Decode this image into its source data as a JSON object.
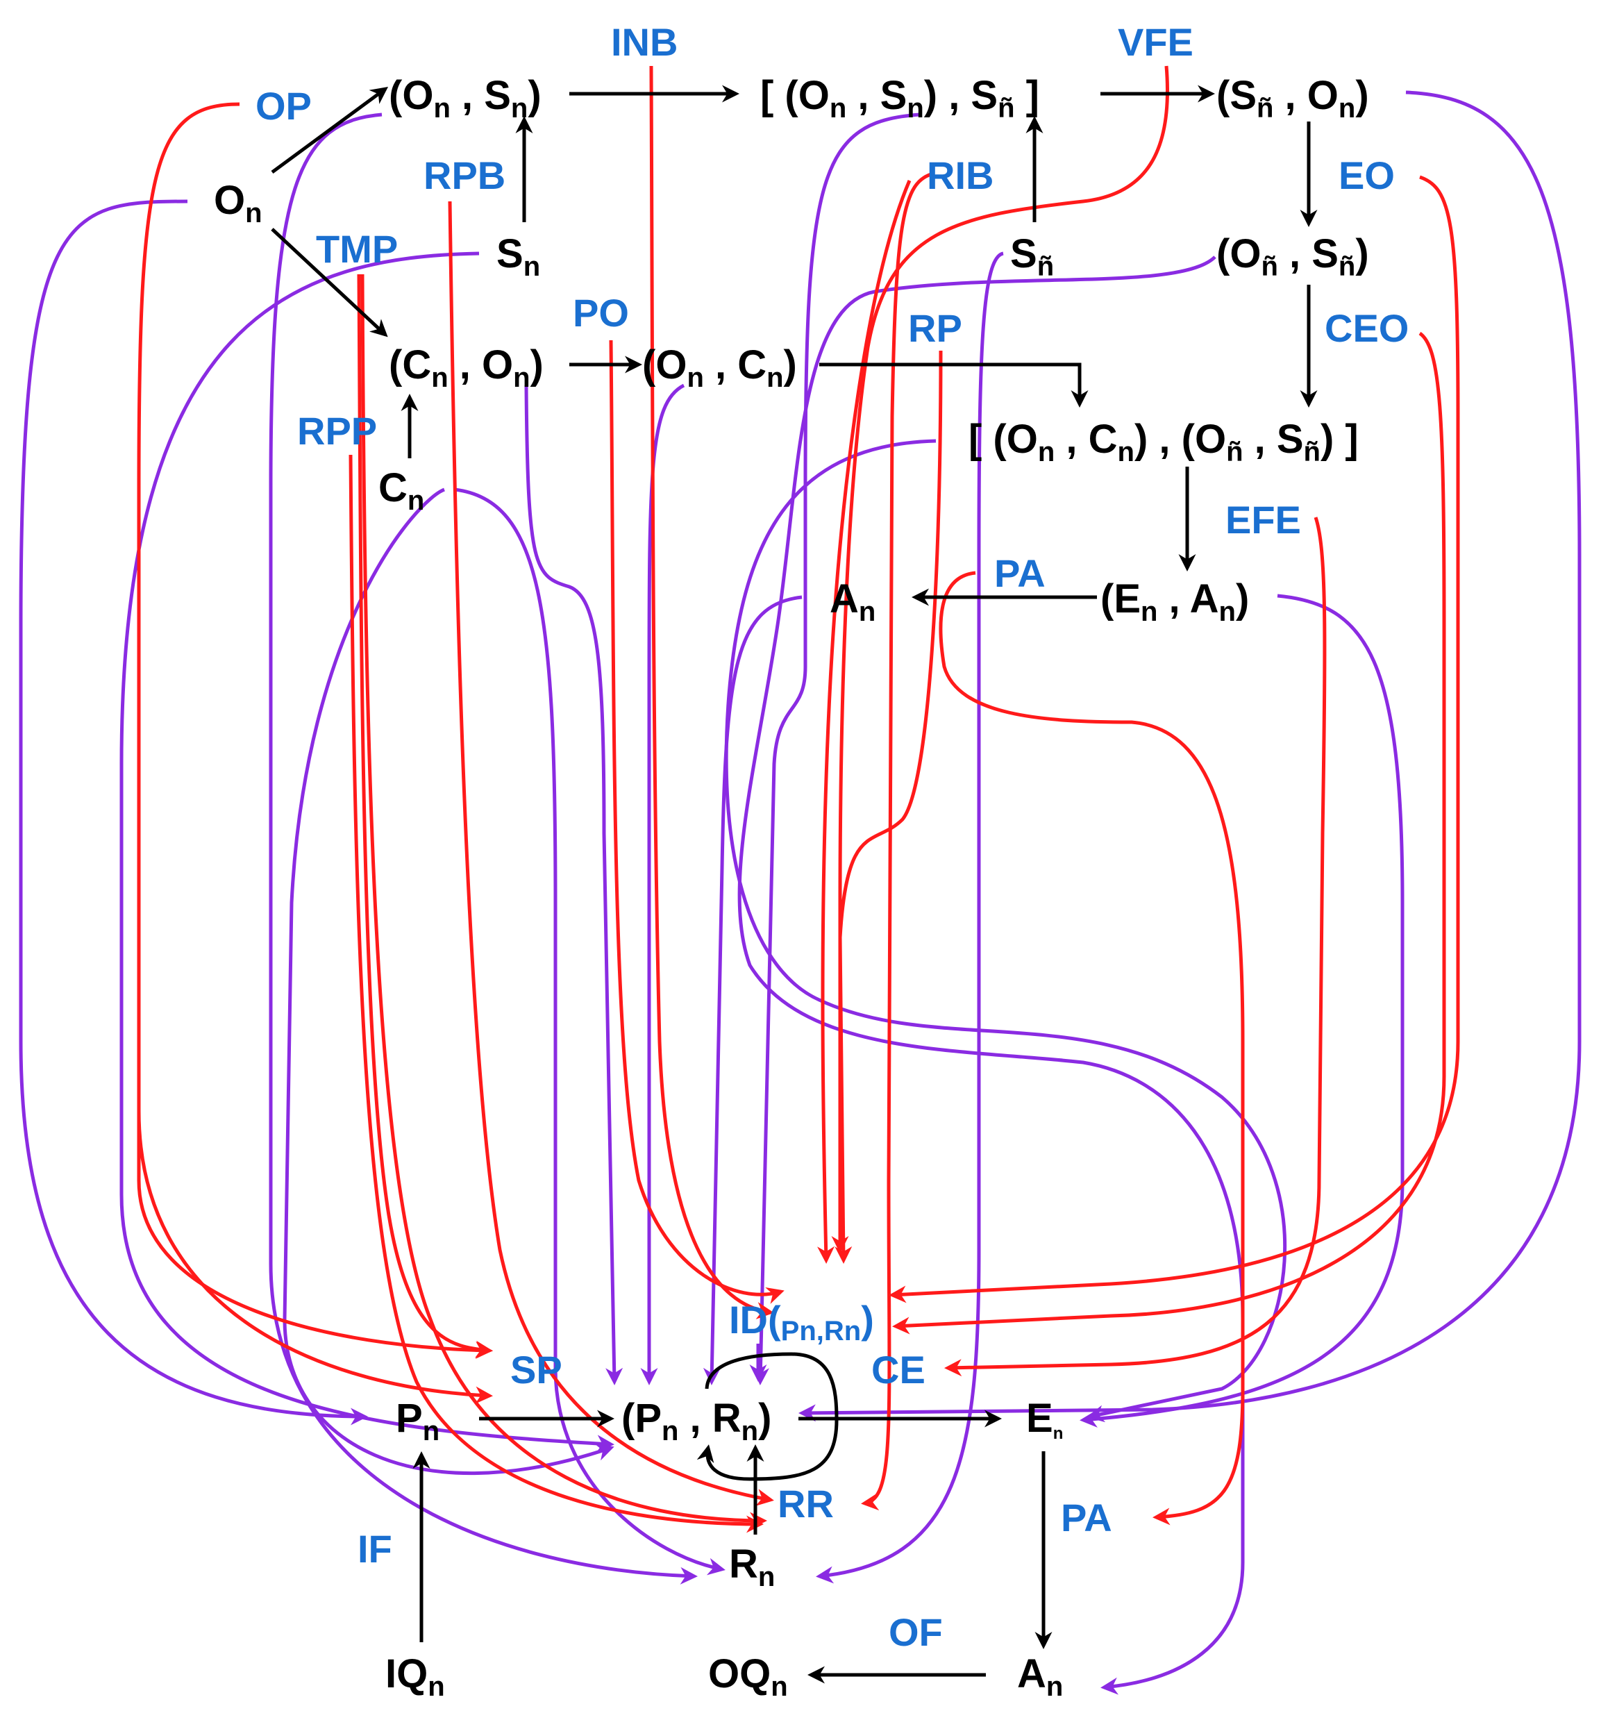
{
  "colors": {
    "node_text": "#000000",
    "label_text": "#1a6fd0",
    "purple_arrow": "#8a2be2",
    "red_arrow": "#ff1a1a",
    "black_arrow": "#000000"
  },
  "nodes": {
    "on_sn_pair": {
      "open": "(O",
      "s1": "n",
      "mid": " , S",
      "s2": "n",
      "close": ")"
    },
    "on_sn_sntilde": {
      "open": "[ (O",
      "s1": "n",
      "mid": " , S",
      "s2": "n",
      "mid2": ") , S",
      "s3": "ñ",
      "close": " ]"
    },
    "sntilde_on_pair": {
      "open": "(S",
      "s1": "ñ",
      "mid": " , O",
      "s2": "n",
      "close": ")"
    },
    "on": {
      "base": "O",
      "sub": "n"
    },
    "sn": {
      "base": "S",
      "sub": "n"
    },
    "sntilde": {
      "base": "S",
      "sub": "ñ"
    },
    "ontilde_sntilde_pair": {
      "open": "(O",
      "s1": "ñ",
      "mid": " , S",
      "s2": "ñ",
      "close": ")"
    },
    "cn_on_pair": {
      "open": "(C",
      "s1": "n",
      "mid": " , O",
      "s2": "n",
      "close": ")"
    },
    "on_cn_pair": {
      "open": "(O",
      "s1": "n",
      "mid": " , C",
      "s2": "n",
      "close": ")"
    },
    "on_cn_ontilde_sntilde": {
      "open": "[ (O",
      "s1": "n",
      "mid": " , C",
      "s2": "n",
      "mid2": ") , (O",
      "s3": "ñ",
      "mid3": " , S",
      "s4": "ñ",
      "close": ") ]"
    },
    "cn": {
      "base": "C",
      "sub": "n"
    },
    "an_top": {
      "base": "A",
      "sub": "n"
    },
    "en_an_pair": {
      "open": "(E",
      "s1": "n",
      "mid": " , A",
      "s2": "n",
      "close": ")"
    },
    "pn": {
      "base": "P",
      "sub": "n"
    },
    "pn_rn_pair": {
      "open": "(P",
      "s1": "n",
      "mid": " , R",
      "s2": "n",
      "close": ")"
    },
    "en": {
      "base": "E",
      "sub": "n"
    },
    "rn": {
      "base": "R",
      "sub": "n"
    },
    "iqn": {
      "base": "IQ",
      "sub": "n"
    },
    "oqn": {
      "base": "OQ",
      "sub": "n"
    },
    "an_bottom": {
      "base": "A",
      "sub": "n"
    }
  },
  "labels": {
    "inb": "INB",
    "vfe": "VFE",
    "op": "OP",
    "rpb": "RPB",
    "rib": "RIB",
    "eo": "EO",
    "tmp": "TMP",
    "po": "PO",
    "rp": "RP",
    "ceo": "CEO",
    "rpp": "RPP",
    "efe": "EFE",
    "pa_top": "PA",
    "id": {
      "base": "ID(",
      "sub": "Pn,Rn",
      "close": ")"
    },
    "sp": "SP",
    "ce": "CE",
    "rr": "RR",
    "pa_bottom": "PA",
    "if": "IF",
    "of": "OF"
  }
}
